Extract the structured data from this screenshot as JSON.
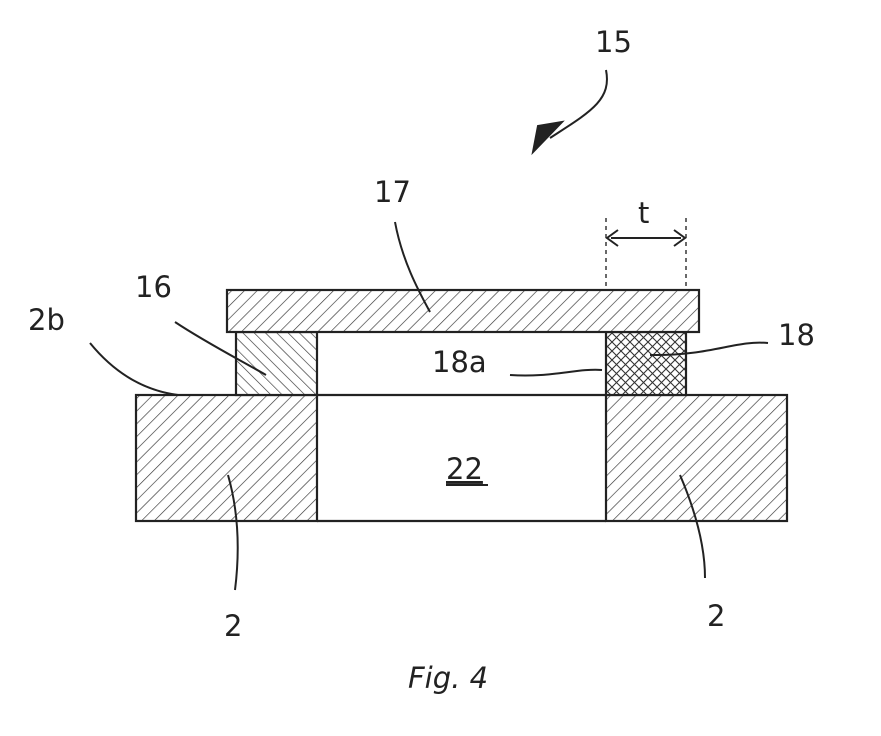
{
  "figure": {
    "caption": "Fig. 4",
    "labels": {
      "assembly": "15",
      "plate": "17",
      "spacer_left": "16",
      "spacer_right": "18",
      "spacer_right_inner_face": "18a",
      "surface": "2b",
      "base_left": "2",
      "base_right": "2",
      "cavity": "22",
      "thickness": "t"
    }
  }
}
